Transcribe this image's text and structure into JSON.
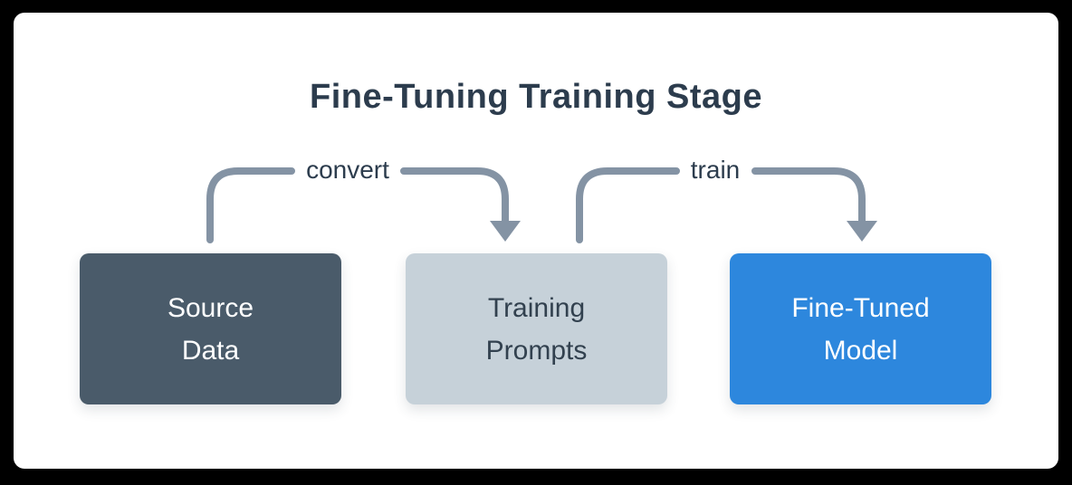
{
  "diagram": {
    "title": "Fine-Tuning Training Stage",
    "nodes": [
      {
        "id": "source-data",
        "line1": "Source",
        "line2": "Data"
      },
      {
        "id": "training-prompts",
        "line1": "Training",
        "line2": "Prompts"
      },
      {
        "id": "fine-tuned-model",
        "line1": "Fine-Tuned",
        "line2": "Model"
      }
    ],
    "edges": [
      {
        "label": "convert",
        "from": "Source Data",
        "to": "Training Prompts"
      },
      {
        "label": "train",
        "from": "Training Prompts",
        "to": "Fine-Tuned Model"
      }
    ],
    "colors": {
      "background": "#000000",
      "card": "#ffffff",
      "title_text": "#2c3c4d",
      "arrow": "#8493a4",
      "node_source_fill": "#4a5b6a",
      "node_source_text": "#ffffff",
      "node_prompts_fill": "#c6d1d9",
      "node_prompts_text": "#32414f",
      "node_model_fill": "#2d87dd",
      "node_model_text": "#ffffff"
    }
  }
}
